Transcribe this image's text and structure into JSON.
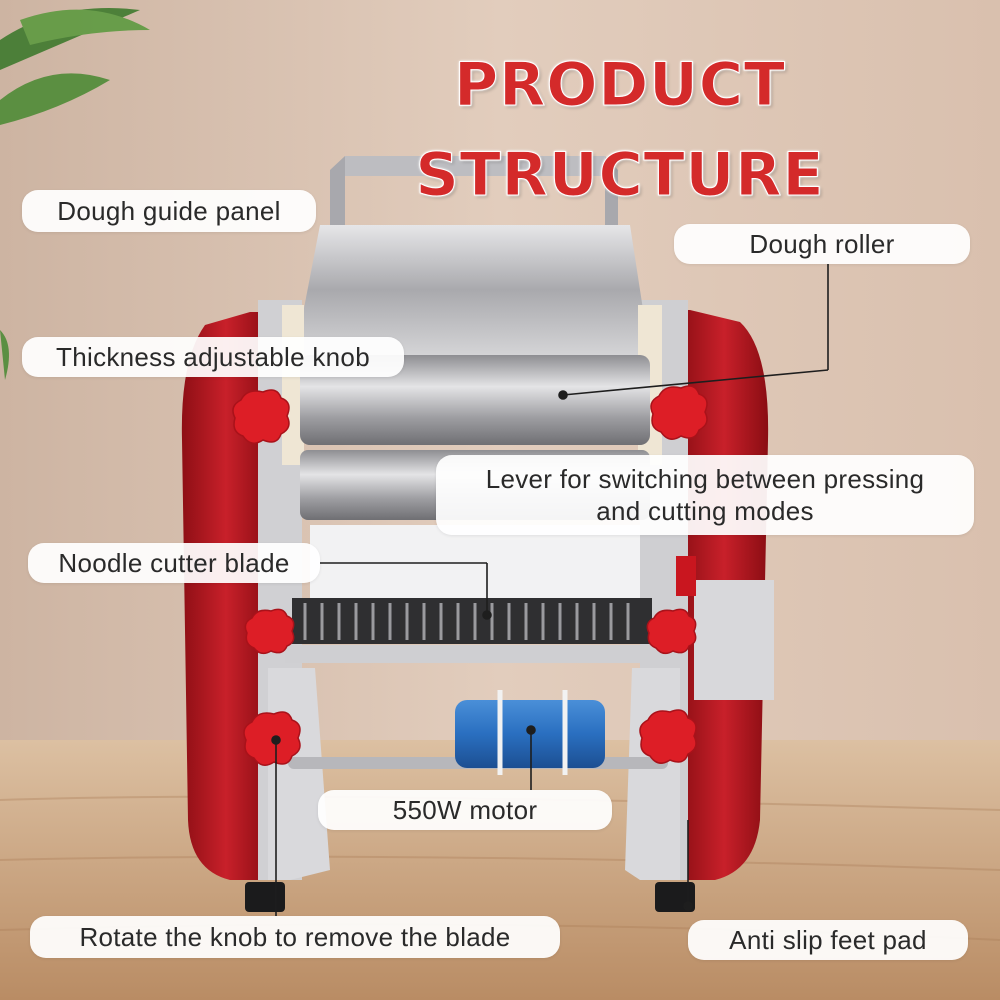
{
  "title": "PRODUCT STRUCTURE",
  "labels": {
    "dough_guide_panel": "Dough guide panel",
    "dough_roller": "Dough roller",
    "thickness_knob": "Thickness adjustable knob",
    "lever_line1": "Lever for switching between pressing",
    "lever_line2": "and cutting modes",
    "noodle_cutter_blade": "Noodle cutter blade",
    "motor": "550W motor",
    "rotate_knob": "Rotate the knob to remove the blade",
    "anti_slip_feet": "Anti slip feet pad"
  },
  "colors": {
    "accent_red": "#d42a2a",
    "machine_red": "#b3141c",
    "steel": "#c7c7c9",
    "motor_blue": "#2a6fc0",
    "table_wood": "#c9a27c",
    "wall": "#d8bfae"
  }
}
